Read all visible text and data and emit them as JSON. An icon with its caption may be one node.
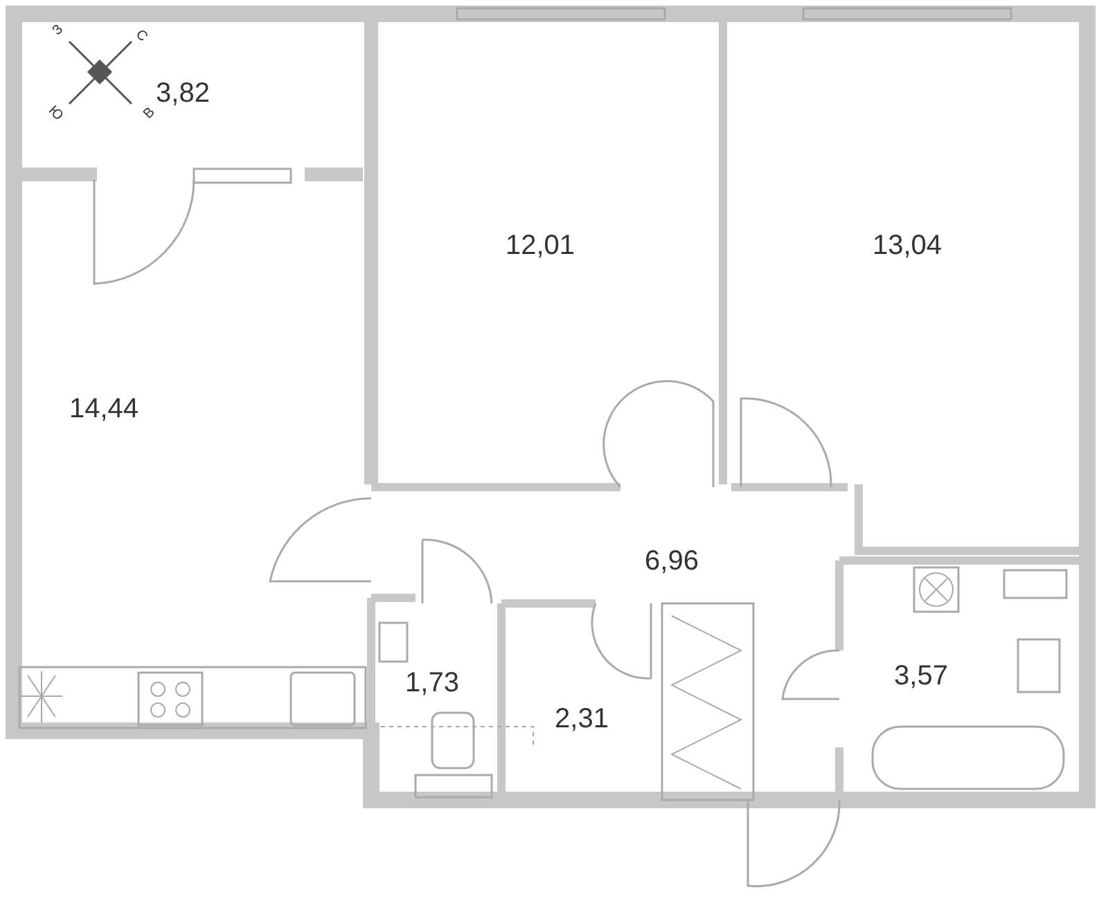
{
  "diagram": {
    "labels": [
      "З",
      "С",
      "Ю",
      "В",
      "3,82",
      "12,01",
      "13,04",
      "14,44",
      "6,96",
      "1,73",
      "2,31",
      "3,57"
    ]
  }
}
